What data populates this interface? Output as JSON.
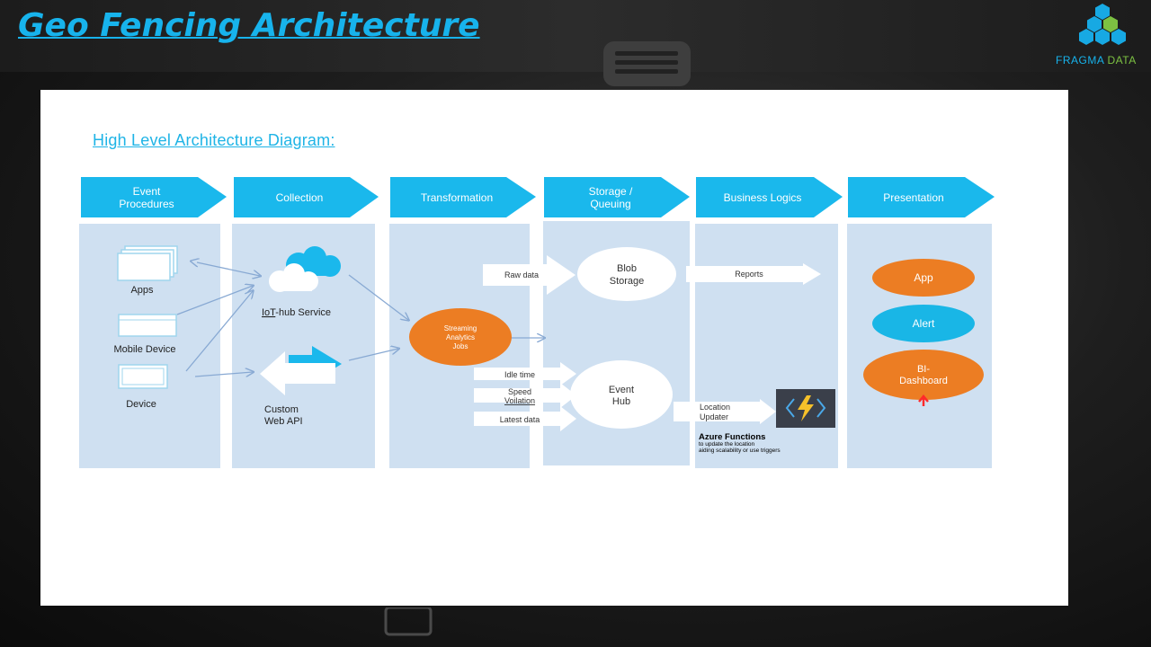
{
  "page": {
    "title": "Geo Fencing Architecture",
    "logo_text_main": "FRAGMA",
    "logo_text_accent": "DATA"
  },
  "diagram": {
    "title": "High Level Architecture Diagram:",
    "stages": [
      {
        "line1": "Event",
        "line2": "Procedures"
      },
      {
        "line1": "Collection",
        "line2": ""
      },
      {
        "line1": "Transformation",
        "line2": ""
      },
      {
        "line1": "Storage /",
        "line2": "Queuing"
      },
      {
        "line1": "Business Logics",
        "line2": ""
      },
      {
        "line1": "Presentation",
        "line2": ""
      }
    ],
    "nodes": {
      "apps": "Apps",
      "mobile_device": "Mobile Device",
      "device": "Device",
      "iot_hub_prefix": "IoT",
      "iot_hub_suffix": "-hub Service",
      "custom_api_line1": "Custom",
      "custom_api_line2": "Web API",
      "streaming_line1": "Streaming",
      "streaming_line2": "Analytics",
      "streaming_line3": "Jobs",
      "raw_data": "Raw data",
      "idle_time": "Idle time",
      "speed_line1": "Speed",
      "speed_line2": "Voilation",
      "latest_data": "Latest data",
      "blob_line1": "Blob",
      "blob_line2": "Storage",
      "event_hub_line1": "Event",
      "event_hub_line2": "Hub",
      "reports": "Reports",
      "location_line1": "Location",
      "location_line2": "Updater",
      "azure_title": "Azure Functions",
      "azure_line1": "to update the location",
      "azure_line2": "aiding scalability or use triggers",
      "app": "App",
      "alert": "Alert",
      "bi_line1": "BI-",
      "bi_line2": "Dashboard"
    },
    "colors": {
      "stage_header": "#1ab8ec",
      "lane": "#cfe0f1",
      "orange": "#ec7d23",
      "cyan": "#19b6e6",
      "arrow": "#88a9d3",
      "title": "#17b3ec"
    }
  }
}
